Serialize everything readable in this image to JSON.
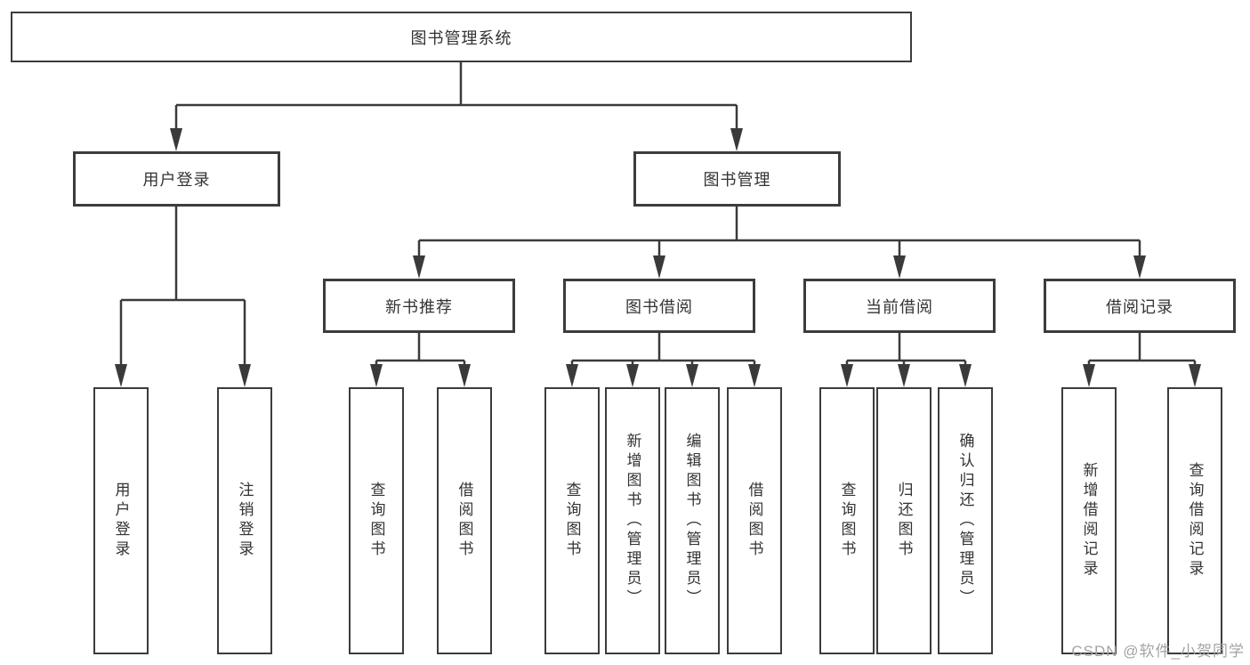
{
  "tree": {
    "root": {
      "label": "图书管理系统"
    },
    "branches": [
      {
        "label": "用户登录",
        "children": [
          {
            "label": "用户登录"
          },
          {
            "label": "注销登录"
          }
        ]
      },
      {
        "label": "图书管理",
        "children": [
          {
            "label": "新书推荐",
            "children": [
              {
                "label": "查询图书"
              },
              {
                "label": "借阅图书"
              }
            ]
          },
          {
            "label": "图书借阅",
            "children": [
              {
                "label": "查询图书"
              },
              {
                "label": "新增图书（管理员）"
              },
              {
                "label": "编辑图书（管理员）"
              },
              {
                "label": "借阅图书"
              }
            ]
          },
          {
            "label": "当前借阅",
            "children": [
              {
                "label": "查询图书"
              },
              {
                "label": "归还图书"
              },
              {
                "label": "确认归还（管理员）"
              }
            ]
          },
          {
            "label": "借阅记录",
            "children": [
              {
                "label": "新增借阅记录"
              },
              {
                "label": "查询借阅记录"
              }
            ]
          }
        ]
      }
    ]
  },
  "watermark": "CSDN @软件_小贺同学",
  "colors": {
    "line": "#3a3a3a",
    "box_border": "#3c3c3c",
    "text": "#333333",
    "watermark": "#a6a2a2",
    "background": "#ffffff"
  }
}
